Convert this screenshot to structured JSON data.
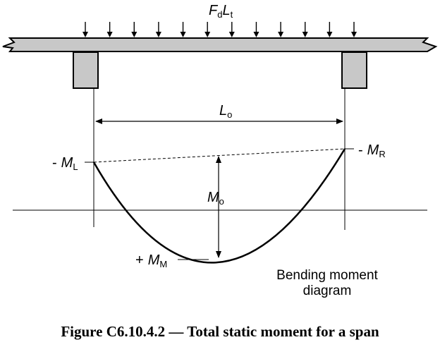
{
  "labels": {
    "load": {
      "main_F": "F",
      "sub_d": "d",
      "main_L": "L",
      "sub_t": "t"
    },
    "span": {
      "main": "L",
      "sub": "o"
    },
    "left_moment": {
      "sign": "-",
      "main": "M",
      "sub": "L"
    },
    "right_moment": {
      "sign": "-",
      "main": "M",
      "sub": "R"
    },
    "static_moment": {
      "main": "M",
      "sub": "o"
    },
    "midspan_moment": {
      "sign": "+",
      "main": "M",
      "sub": "M"
    },
    "diagram_note_line1": "Bending moment",
    "diagram_note_line2": "diagram"
  },
  "caption": "Figure C6.10.4.2 — Total static moment for a span",
  "colors": {
    "slab": "#c8c8c8",
    "support": "#c8c8c8",
    "line": "#000000"
  },
  "load_arrow_count": 12
}
